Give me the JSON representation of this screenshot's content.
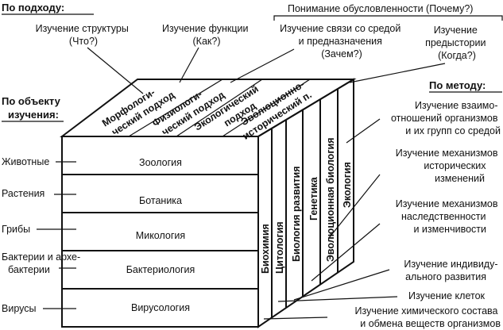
{
  "headers": {
    "by_approach": "По подходу:",
    "by_object_line1": "По объекту",
    "by_object_line2": "изучения:",
    "by_method": "По методу:",
    "understanding": "Понимание обусловленности (Почему?)"
  },
  "top_questions": [
    [
      "Изучение структуры",
      "(Что?)"
    ],
    [
      "Изучение функции",
      "(Как?)"
    ],
    [
      "Изучение связи со средой",
      "и предназначения",
      "(Зачем?)"
    ],
    [
      "Изучение",
      "предыстории",
      "(Когда?)"
    ]
  ],
  "approaches": [
    [
      "Морфологи-",
      "ческий подход"
    ],
    [
      "Физиологи-",
      "ческий подход"
    ],
    [
      "Экологический",
      "подход"
    ],
    [
      "Эволюционно-",
      "исторический п."
    ]
  ],
  "objects": [
    {
      "name": "Животные",
      "science": "Зоология"
    },
    {
      "name": "Растения",
      "science": "Ботаника"
    },
    {
      "name": "Грибы",
      "science": "Микология"
    },
    {
      "name": "Бактерии и архе-",
      "name2": "бактерии",
      "science": "Бактериология"
    },
    {
      "name": "Вирусы",
      "science": "Вирусология"
    }
  ],
  "methods": [
    "Биохимия",
    "Цитология",
    "Биология развития",
    "Генетика",
    "Эволюционная биология",
    "Экология"
  ],
  "method_descriptions": [
    [
      "Изучение взаимо-",
      "отношений организмов",
      "и их групп со средой"
    ],
    [
      "Изучение механизмов",
      "исторических",
      "изменений"
    ],
    [
      "Изучение механизмов",
      "наследственности",
      "и изменчивости"
    ],
    [
      "Изучение индивиду-",
      "ального развития"
    ],
    [
      "Изучение клеток"
    ],
    [
      "Изучение химического состава",
      "и обмена веществ организмов"
    ]
  ]
}
